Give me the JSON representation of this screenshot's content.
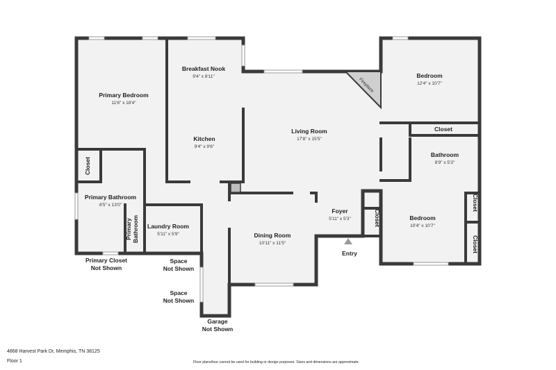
{
  "rooms": {
    "primary_bedroom": {
      "name": "Primary Bedroom",
      "dim": "11'6\" x 18'4\""
    },
    "breakfast_nook": {
      "name": "Breakfast Nook",
      "dim": "9'4\" x 8'11\""
    },
    "kitchen": {
      "name": "Kitchen",
      "dim": "9'4\" x 9'6\""
    },
    "living_room": {
      "name": "Living Room",
      "dim": "17'8\" x 15'5\""
    },
    "bedroom_1": {
      "name": "Bedroom",
      "dim": "12'4\" x 10'7\""
    },
    "bathroom": {
      "name": "Bathroom",
      "dim": "8'9\" x 5'3\""
    },
    "closet_hall": {
      "name": "Closet"
    },
    "closet_primary": {
      "name": "Closet"
    },
    "primary_bathroom": {
      "name": "Primary Bathroom",
      "dim": "8'5\" x 13'0\""
    },
    "primary_bathroom_small": {
      "line1": "Primary",
      "line2": "Bathroom"
    },
    "laundry_room": {
      "name": "Laundry Room",
      "dim": "5'11\" x 5'9\""
    },
    "dining_room": {
      "name": "Dining Room",
      "dim": "10'11\" x 11'5\""
    },
    "foyer": {
      "name": "Foyer",
      "dim": "5'11\" x 5'3\""
    },
    "closet_foyer": {
      "name": "Closet"
    },
    "bedroom_2": {
      "name": "Bedroom",
      "dim": "10'4\" x 10'7\""
    },
    "closet_bedroom_top": {
      "name": "Closet"
    },
    "closet_bedroom_bottom": {
      "name": "Closet"
    },
    "fireplace": {
      "name": "Fireplace"
    }
  },
  "notes": {
    "primary_closet": {
      "line1": "Primary Closet",
      "line2": "Not Shown"
    },
    "space_1": {
      "line1": "Space",
      "line2": "Not Shown"
    },
    "space_2": {
      "line1": "Space",
      "line2": "Not Shown"
    },
    "garage": {
      "line1": "Garage",
      "line2": "Not Shown"
    },
    "entry": "Entry"
  },
  "footer": {
    "address": "4868 Harvest Park Dr, Memphis, TN 38125",
    "floor": "Floor 1",
    "disclaimer": "Floor plans/tour cannot be used for building or design purposes. Sizes and dimensions are approximate."
  },
  "colors": {
    "wall": "#3a3a3a",
    "floor": "#f2f2f2",
    "entry_arrow": "#9a9a9a"
  }
}
